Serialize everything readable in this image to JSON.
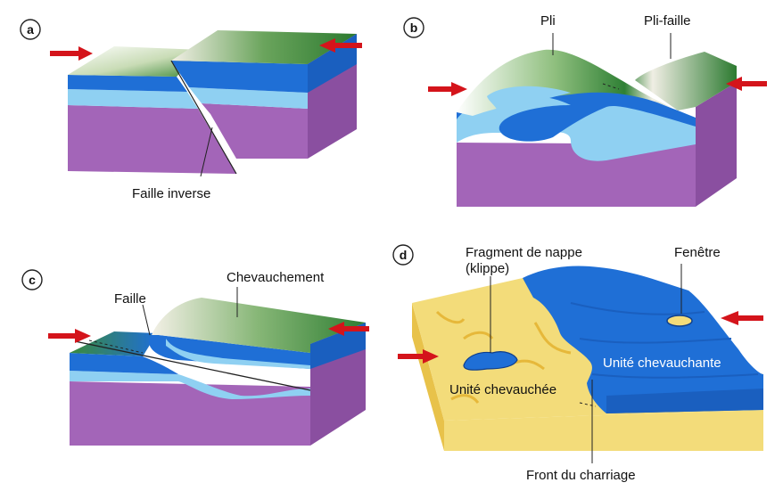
{
  "panels": {
    "a": {
      "letter": "a",
      "labels": {
        "reverse_fault": "Faille inverse"
      }
    },
    "b": {
      "letter": "b",
      "labels": {
        "fold": "Pli",
        "fault_fold": "Pli-faille"
      }
    },
    "c": {
      "letter": "c",
      "labels": {
        "fault": "Faille",
        "overthrust": "Chevauchement"
      }
    },
    "d": {
      "letter": "d",
      "labels": {
        "klippe_line1": "Fragment de nappe",
        "klippe_line2": "(klippe)",
        "window": "Fenêtre",
        "upper_unit": "Unité chevauchante",
        "lower_unit": "Unité chevauchée",
        "thrust_front": "Front du charriage"
      }
    }
  },
  "colors": {
    "purple": "#a365b8",
    "light_blue": "#8fd0f2",
    "dark_blue": "#1f6fd6",
    "green": "#3f8a3a",
    "sand": "#f3dc7a",
    "arrow_red": "#d4141b"
  }
}
